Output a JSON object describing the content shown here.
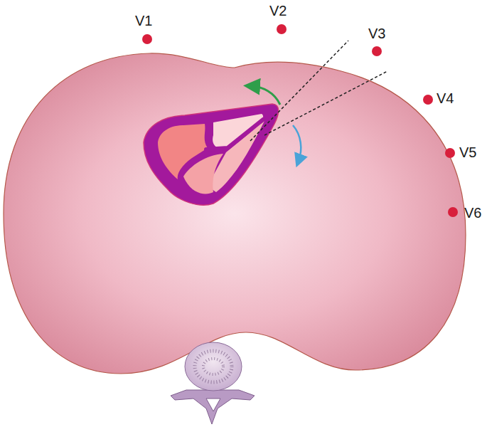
{
  "diagram": {
    "labels": [
      "V1",
      "V2",
      "V3",
      "V4",
      "V5",
      "V6"
    ]
  }
}
